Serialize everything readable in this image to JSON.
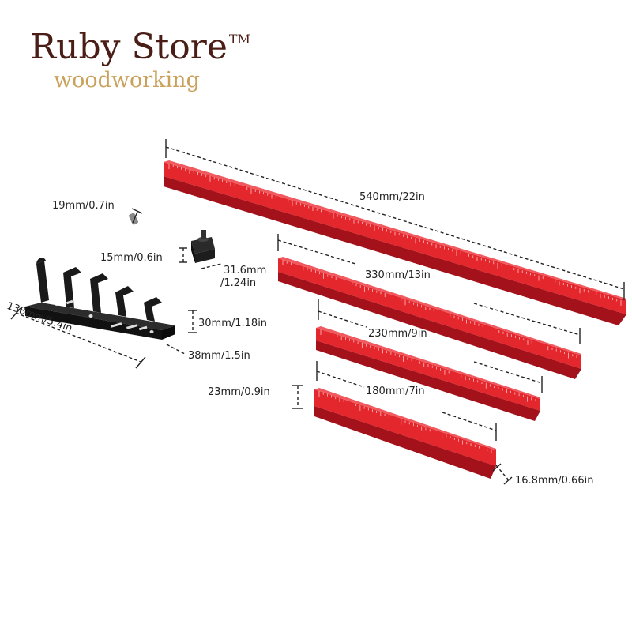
{
  "brand": {
    "name": "Ruby Store",
    "trademark": "TM",
    "tagline": "woodworking",
    "name_color": "#4a1e16",
    "tagline_color": "#c9a15a"
  },
  "colors": {
    "ruler_red": "#d9222a",
    "ruler_dark": "#9c1016",
    "holder_black": "#1a1a1a"
  },
  "dimensions": {
    "ruler_540": "540mm/22in",
    "ruler_330": "330mm/13in",
    "ruler_230": "230mm/9in",
    "ruler_180": "180mm/7in",
    "ruler_height": "23mm/0.9in",
    "ruler_width": "16.8mm/0.66in",
    "screw": "19mm/0.7in",
    "stop_height": "15mm/0.6in",
    "stop_width_mm": "31.6mm",
    "stop_width_in": "/1.24in",
    "rack_length": "138mm/5.4in",
    "rack_height": "30mm/1.18in",
    "rack_depth": "38mm/1.5in"
  }
}
